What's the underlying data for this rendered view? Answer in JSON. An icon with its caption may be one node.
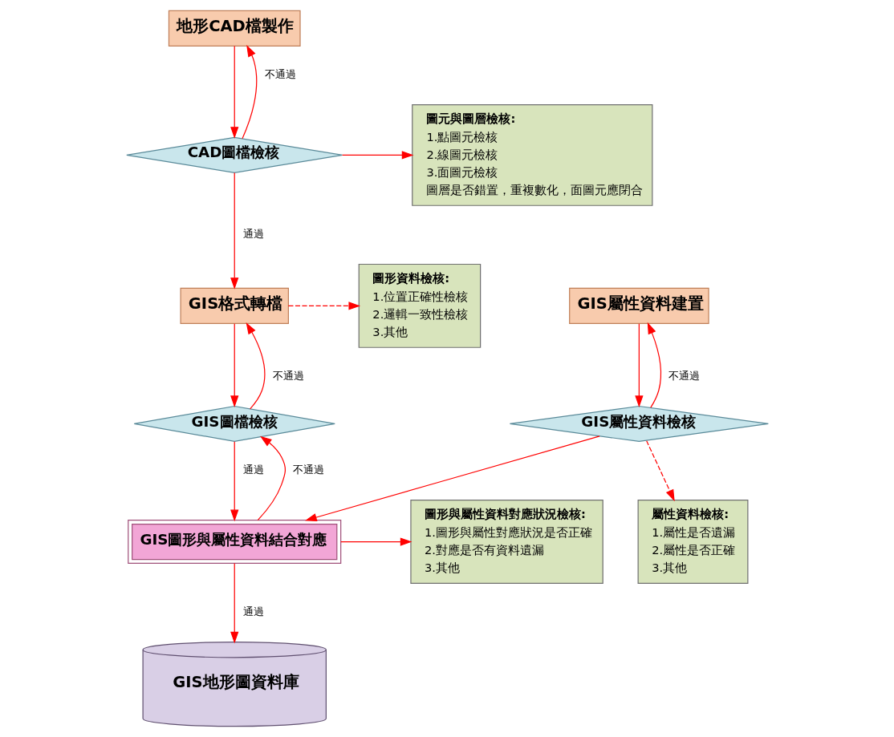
{
  "diagram": {
    "nodes": [
      {
        "text": [
          "地形CAD檔製作"
        ]
      },
      {
        "text": [
          "CAD圖檔檢核"
        ]
      },
      {
        "text": [
          "圖元與圖層檢核:",
          "1.點圖元檢核",
          "2.線圖元檢核",
          "3.面圖元檢核",
          "圖層是否錯置，重複數化，面圖元應閉合"
        ]
      },
      {
        "text": [
          "GIS格式轉檔"
        ]
      },
      {
        "text": [
          "圖形資料檢核:",
          "1.位置正確性檢核",
          "2.邏輯一致性檢核",
          "3.其他"
        ]
      },
      {
        "text": [
          "GIS屬性資料建置"
        ]
      },
      {
        "text": [
          "GIS屬性資料檢核"
        ]
      },
      {
        "text": [
          "GIS圖檔檢核"
        ]
      },
      {
        "text": [
          "GIS圖形與屬性資料結合對應"
        ]
      },
      {
        "text": [
          "圖形與屬性資料對應狀況檢核:",
          "1.圖形與屬性對應狀況是否正確",
          "2.對應是否有資料遺漏",
          "3.其他"
        ]
      },
      {
        "text": [
          "屬性資料檢核:",
          "1.屬性是否遺漏",
          "2.屬性是否正確",
          "3.其他"
        ]
      },
      {
        "text": [
          "GIS地形圖資料庫"
        ]
      }
    ],
    "edges": [
      {
        "from": 0,
        "to": 1,
        "arrow": "to"
      },
      {
        "from": 1,
        "to": 0,
        "arrow": "to",
        "label": "不通過"
      },
      {
        "from": 1,
        "to": 2,
        "arrow": "to"
      },
      {
        "from": 1,
        "to": 3,
        "arrow": "to",
        "label": "通過"
      },
      {
        "from": 3,
        "to": 4,
        "arrow": "to",
        "style": "dashed"
      },
      {
        "from": 3,
        "to": 7,
        "arrow": "to"
      },
      {
        "from": 7,
        "to": 3,
        "arrow": "to",
        "label": "不通過"
      },
      {
        "from": 7,
        "to": 8,
        "arrow": "to",
        "label": "通過"
      },
      {
        "from": 8,
        "to": 7,
        "arrow": "to",
        "label": "不通過"
      },
      {
        "from": 8,
        "to": 9,
        "arrow": "to"
      },
      {
        "from": 5,
        "to": 6,
        "arrow": "to"
      },
      {
        "from": 6,
        "to": 5,
        "arrow": "to",
        "label": "不通過"
      },
      {
        "from": 6,
        "to": 10,
        "arrow": "to",
        "style": "dashed"
      },
      {
        "from": 6,
        "to": 8,
        "arrow": "to"
      },
      {
        "from": 8,
        "to": 11,
        "arrow": "to",
        "label": "通過"
      }
    ]
  }
}
